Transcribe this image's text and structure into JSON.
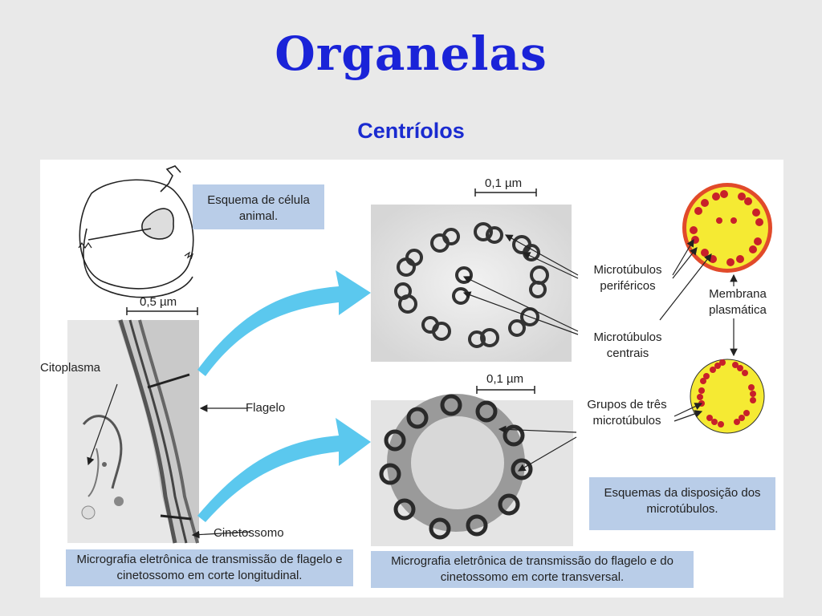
{
  "header": {
    "title": "Organelas",
    "subtitle": "Centríolos"
  },
  "captions": {
    "cell_scheme": "Esquema de célula animal.",
    "longitudinal": "Micrografia eletrônica de transmissão de flagelo e cinetossomo em corte longitudinal.",
    "transverse": "Micrografia eletrônica de transmissão do flagelo e do cinetossomo em corte transversal.",
    "schemes": "Esquemas da disposição dos microtúbulos."
  },
  "labels": {
    "scale_long": "0,5 µm",
    "scale_top": "0,1 µm",
    "scale_bottom": "0,1 µm",
    "citoplasma": "Citoplasma",
    "flagelo": "Flagelo",
    "cinetossomo": "Cinetossomo",
    "peripheral": "Microtúbulos periféricos",
    "central": "Microtúbulos centrais",
    "membrane": "Membrana plasmática",
    "groups": "Grupos de três microtúbulos"
  },
  "colors": {
    "title": "#1a23d8",
    "caption_box": "#b9cde8",
    "arrow": "#5bc8ee",
    "scheme_fill": "#f5ea33",
    "scheme_ring": "#e14a2a",
    "microtubule": "#c8202a"
  }
}
